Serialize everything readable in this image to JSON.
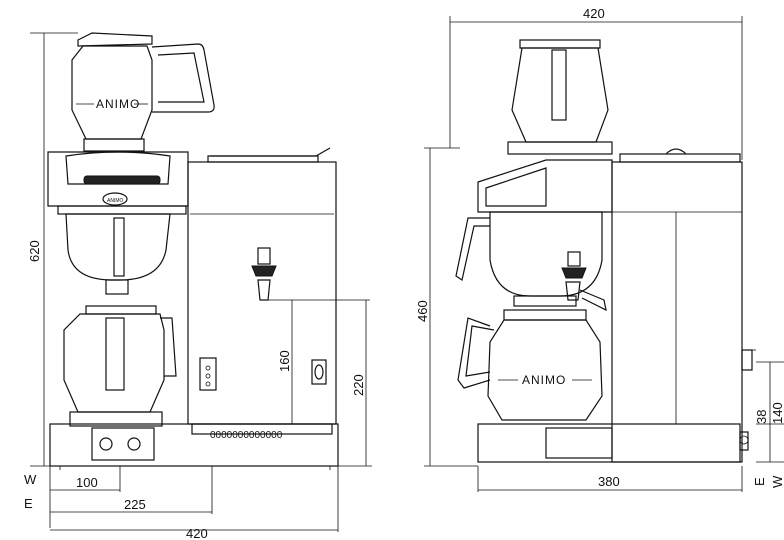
{
  "front_view": {
    "brand_label": "ANIMO",
    "dims": {
      "height_total": "620",
      "tap_height": "160",
      "tap_body_height": "220",
      "w_label": "W",
      "e_label": "E",
      "width_100": "100",
      "width_225": "225",
      "width_420": "420",
      "base_pattern": "0000000000000"
    }
  },
  "side_view": {
    "brand_label": "ANIMO",
    "dims": {
      "width_top": "420",
      "height_460": "460",
      "depth_380": "380",
      "h_38": "38",
      "h_140": "140",
      "e_label": "E",
      "w_label": "W"
    }
  },
  "colors": {
    "line": "#111111",
    "background": "#ffffff"
  }
}
